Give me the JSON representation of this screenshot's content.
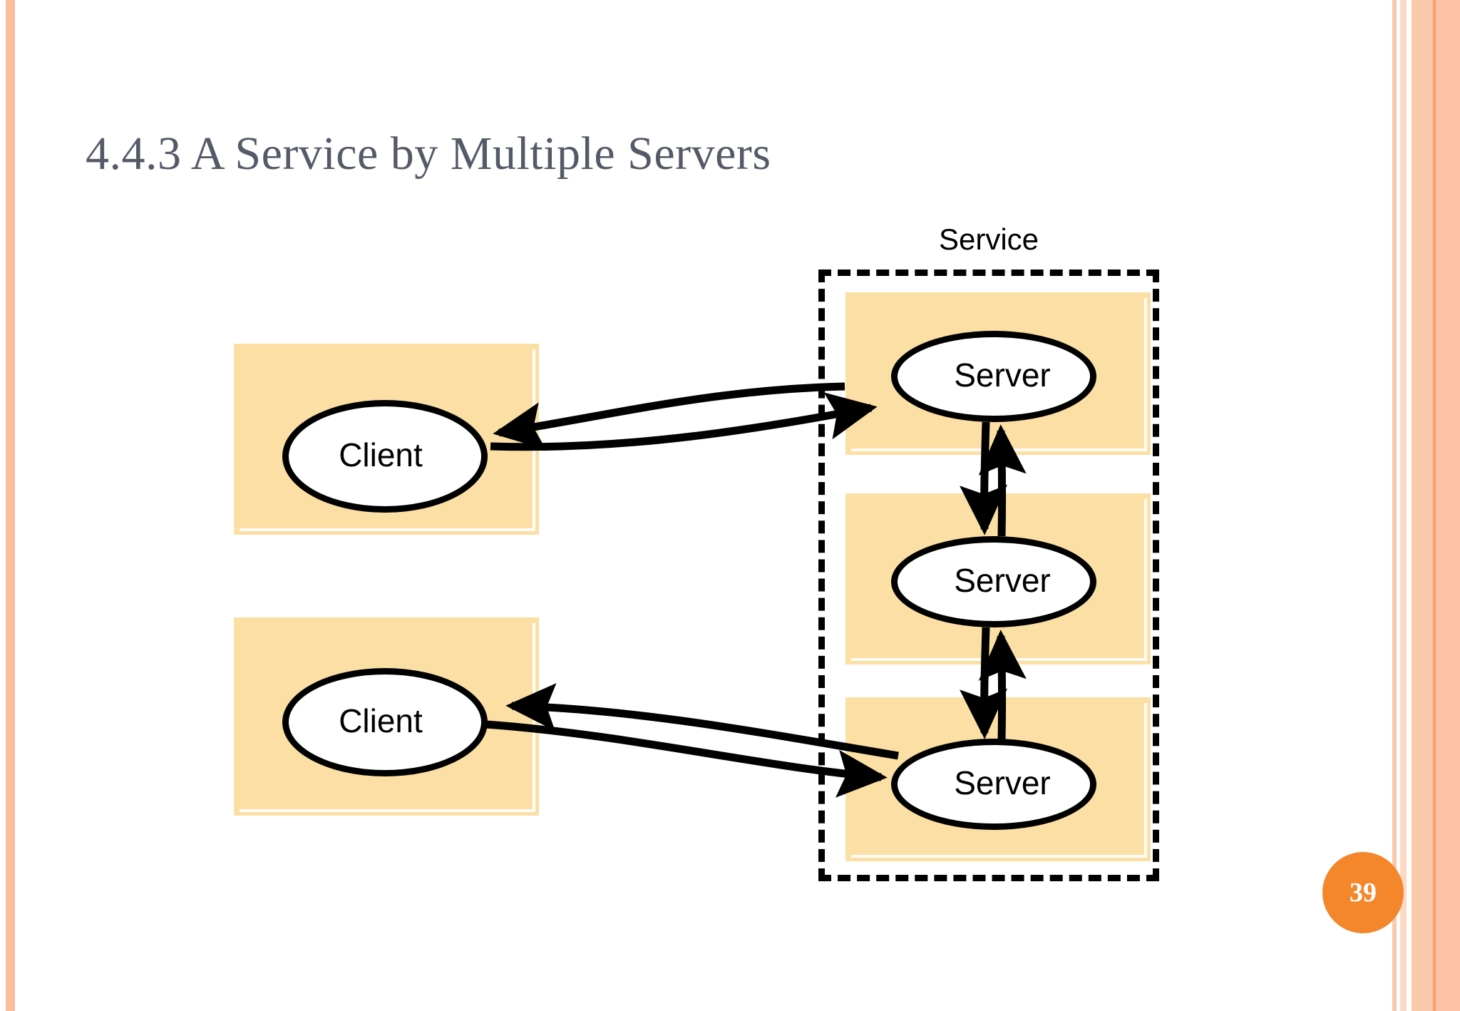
{
  "slide": {
    "title": "4.4.3 A Service by Multiple Servers",
    "page_number": "39"
  },
  "colors": {
    "title_text": "#555a68",
    "panel_fill": "#fbdfa5",
    "panel_inner_border": "#fffdf6",
    "node_fill": "#ffffff",
    "node_stroke": "#000000",
    "boundary_stroke": "#000000",
    "badge_fill": "#f4862c",
    "badge_text": "#ffffff",
    "edge_stripe_primary": "#fcbd9e",
    "edge_stripe_accent": "#f7a16b"
  },
  "diagram": {
    "group_label": "Service",
    "group_border_style": "dashed",
    "clients": [
      {
        "id": "client-1",
        "label": "Client"
      },
      {
        "id": "client-2",
        "label": "Client"
      }
    ],
    "servers": [
      {
        "id": "server-1",
        "label": "Server"
      },
      {
        "id": "server-2",
        "label": "Server"
      },
      {
        "id": "server-3",
        "label": "Server"
      }
    ],
    "connections": [
      {
        "from": "client-1",
        "to": "server-1",
        "direction": "bidirectional"
      },
      {
        "from": "server-1",
        "to": "server-2",
        "direction": "bidirectional"
      },
      {
        "from": "server-2",
        "to": "server-3",
        "direction": "bidirectional"
      },
      {
        "from": "client-2",
        "to": "server-3",
        "direction": "bidirectional"
      }
    ]
  }
}
